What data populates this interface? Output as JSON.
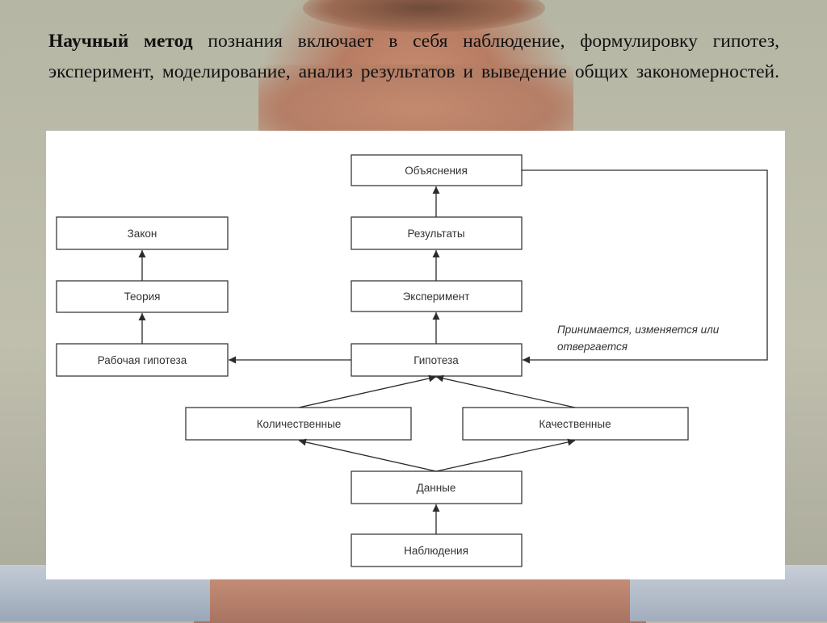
{
  "heading": {
    "bold": "Научный метод",
    "rest": " познания включает в себя наблюдение, формулировку гипотез, эксперимент, моделирование, анализ результатов и выведение общих закономерностей."
  },
  "diagram": {
    "nodes": {
      "explanations": "Объяснения",
      "results": "Результаты",
      "experiment": "Эксперимент",
      "hypothesis": "Гипотеза",
      "law": "Закон",
      "theory": "Теория",
      "working_hypothesis": "Рабочая гипотеза",
      "quantitative": "Количественные",
      "qualitative": "Качественные",
      "data": "Данные",
      "observations": "Наблюдения"
    },
    "feedback_label_line1": "Принимается, изменяется или",
    "feedback_label_line2": "отвергается"
  },
  "colors": {
    "box_stroke": "#3a3a3a",
    "arrow": "#2b2b2b",
    "text": "#333333",
    "panel": "#ffffff"
  }
}
